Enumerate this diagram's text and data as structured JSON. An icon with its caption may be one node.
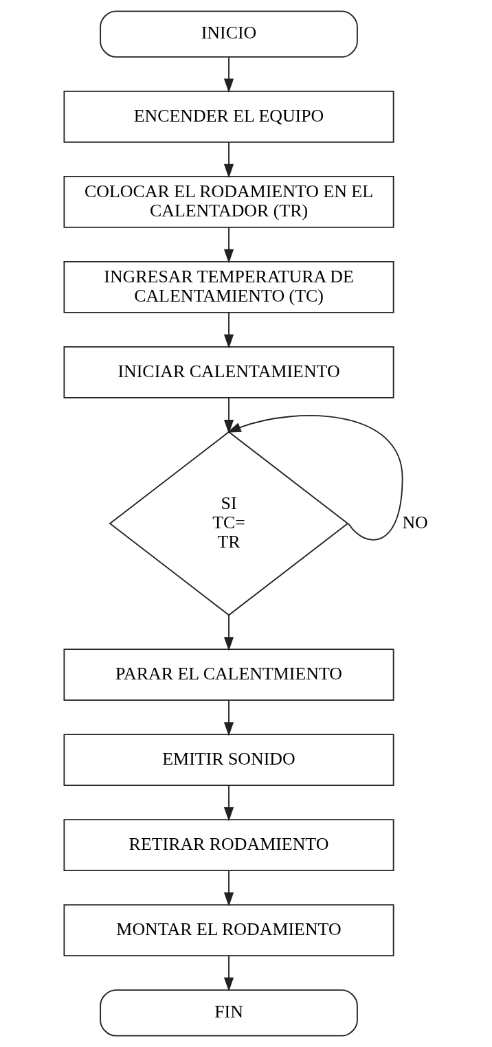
{
  "diagram": {
    "nodes": [
      {
        "text": [
          "INICIO"
        ]
      },
      {
        "text": [
          "ENCENDER EL EQUIPO"
        ]
      },
      {
        "text": [
          "COLOCAR EL RODAMIENTO EN EL CALENTADOR (TR)"
        ]
      },
      {
        "text": [
          "INGRESAR TEMPERATURA DE CALENTAMIENTO (TC)"
        ]
      },
      {
        "text": [
          "INICIAR CALENTAMIENTO"
        ]
      },
      {
        "text": [
          "SI TC=TR"
        ]
      },
      {
        "text": [
          "PARAR EL CALENTMIENTO"
        ]
      },
      {
        "text": [
          "EMITIR SONIDO"
        ]
      },
      {
        "text": [
          "RETIRAR RODAMIENTO"
        ]
      },
      {
        "text": [
          "MONTAR EL RODAMIENTO"
        ]
      },
      {
        "text": [
          "FIN"
        ]
      }
    ],
    "edges": [
      {
        "from": 0,
        "to": 1,
        "arrow": "to"
      },
      {
        "from": 1,
        "to": 2,
        "arrow": "to"
      },
      {
        "from": 2,
        "to": 3,
        "arrow": "to"
      },
      {
        "from": 3,
        "to": 4,
        "arrow": "to"
      },
      {
        "from": 4,
        "to": 5,
        "arrow": "to"
      },
      {
        "from": 5,
        "to": 5,
        "arrow": "to",
        "label": "NO"
      },
      {
        "from": 5,
        "to": 6,
        "arrow": "to"
      },
      {
        "from": 6,
        "to": 7,
        "arrow": "to"
      },
      {
        "from": 7,
        "to": 8,
        "arrow": "to"
      },
      {
        "from": 8,
        "to": 9,
        "arrow": "to"
      },
      {
        "from": 9,
        "to": 10,
        "arrow": "to"
      }
    ]
  }
}
